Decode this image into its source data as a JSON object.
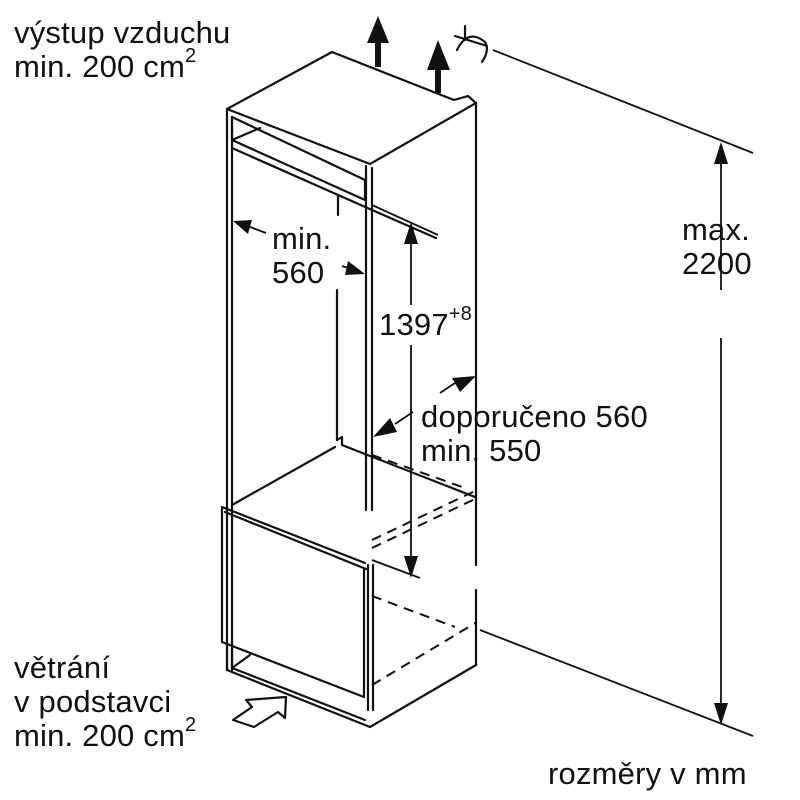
{
  "diagram": {
    "type": "appliance installation niche dimensions (isometric)",
    "units_note": "rozměry v mm",
    "labels": {
      "air_outlet_line1": "výstup vzduchu",
      "air_outlet_line2_prefix": "min. 200 cm",
      "air_outlet_line2_sup": "2",
      "niche_width_line1": "min.",
      "niche_width_line2": "560",
      "niche_height_value": "1397",
      "niche_height_tolerance": "+8",
      "depth_line1": "doporučeno 560",
      "depth_line2": "min. 550",
      "max_height_line1": "max.",
      "max_height_line2": "2200",
      "base_vent_line1": "větrání",
      "base_vent_line2": "v podstavci",
      "base_vent_line3_prefix": "min. 200 cm",
      "base_vent_line3_sup": "2",
      "units": "rozměry v mm"
    },
    "dimensions": {
      "niche_width_min_mm": 560,
      "niche_height_mm": 1397,
      "niche_height_tolerance_mm": 8,
      "depth_recommended_mm": 560,
      "depth_min_mm": 550,
      "max_total_height_mm": 2200,
      "air_outlet_min_cm2": 200,
      "base_ventilation_min_cm2": 200
    },
    "icons": {
      "air_outlet": "up-arrow-icon",
      "base_inlet": "hollow-arrow-icon",
      "ceiling": "arc-symbol-icon"
    }
  }
}
